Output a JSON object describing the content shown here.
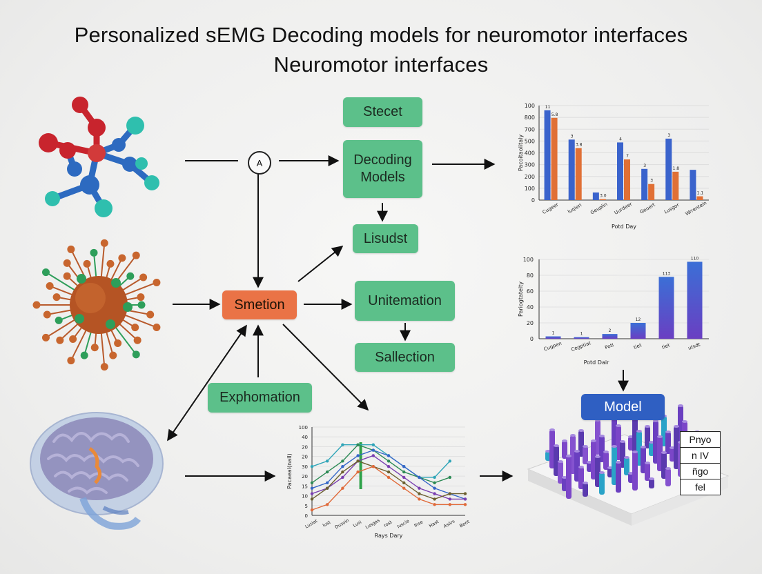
{
  "title": {
    "line1": "Personalized sEMG Decoding models for neuromotor interfaces",
    "line2": "Neuromotor interfaces"
  },
  "nodes": {
    "a_circle": "A",
    "stecet": "Stecet",
    "decoding_models": "Decoding Models",
    "lisudst": "Lisudst",
    "smetion": "Smetion",
    "unitemation": "Unitemation",
    "sallection": "Sallection",
    "exphomation": "Exphomation",
    "model": "Model"
  },
  "legend_table": [
    "Pnyo",
    "n IV",
    "ñgo",
    "fel"
  ],
  "chart_data": [
    {
      "type": "bar",
      "ylabel": "Pacoitaolitaly",
      "xlabel": "Potd Day",
      "ylim": [
        0,
        1000
      ],
      "yticks": [
        "100",
        "800",
        "700",
        "500",
        "400",
        "300",
        "200",
        "100",
        "0"
      ],
      "categories": [
        "Cugeer",
        "Iuqieri",
        "Geuplin",
        "Uurdeer",
        "Geuert",
        "Lusgor",
        "Wrrentein"
      ],
      "series": [
        {
          "color": "#3a63cc",
          "values": [
            950,
            640,
            80,
            610,
            330,
            650,
            320
          ],
          "labels": [
            "11",
            "3",
            "",
            "4",
            "3",
            "3",
            ""
          ]
        },
        {
          "color": "#e07036",
          "values": [
            870,
            550,
            10,
            430,
            170,
            300,
            40
          ],
          "labels": [
            "5.8",
            "3.8",
            "3.0",
            "7",
            "3",
            "1.8",
            "1.1"
          ]
        }
      ]
    },
    {
      "type": "bar",
      "ylabel": "Pariogtatelty",
      "xlabel": "Potd Dair",
      "ylim": [
        0,
        100
      ],
      "yticks": [
        "100",
        "80",
        "60",
        "40",
        "20",
        "0"
      ],
      "categories": [
        "Cugpen",
        "Cegptiat",
        "Potl",
        "tiet",
        "tiet",
        "utsdt"
      ],
      "values": [
        3,
        2,
        6,
        20,
        78,
        97
      ],
      "labels": [
        "1",
        "1",
        "2",
        "12",
        "113",
        "110"
      ]
    },
    {
      "type": "line",
      "ylabel": "Pacaeal(nall)",
      "xlabel": "Rays Dary",
      "yticks": [
        "100",
        "40",
        "20",
        "20",
        "30",
        "20",
        "15",
        "10",
        "5",
        "0"
      ],
      "categories": [
        "Lusiat",
        "Iust",
        "Dusoin",
        "Lusi",
        "Lusgas",
        "rost",
        "Iuscie",
        "Ihse",
        "Hast",
        "Asiirs",
        "Bent"
      ],
      "series": [
        {
          "color": "#2fa5b8",
          "values": [
            9,
            10,
            13,
            13,
            13,
            11,
            9,
            7,
            7,
            10,
            null
          ]
        },
        {
          "color": "#2c8a55",
          "values": [
            6,
            8,
            10,
            13,
            12,
            10,
            8,
            7,
            6,
            7,
            null
          ]
        },
        {
          "color": "#3566c8",
          "values": [
            5,
            6,
            9,
            11,
            12,
            11,
            9,
            7,
            5,
            4,
            3
          ]
        },
        {
          "color": "#7a3fb0",
          "values": [
            4,
            5,
            7,
            10,
            11,
            9,
            7,
            5,
            4,
            3,
            3
          ]
        },
        {
          "color": "#6b5f2e",
          "values": [
            3,
            5,
            8,
            10,
            9,
            8,
            6,
            4,
            3,
            4,
            4
          ]
        },
        {
          "color": "#e06a3a",
          "values": [
            1,
            2,
            5,
            8,
            9,
            7,
            5,
            3,
            2,
            2,
            2
          ]
        }
      ]
    }
  ]
}
